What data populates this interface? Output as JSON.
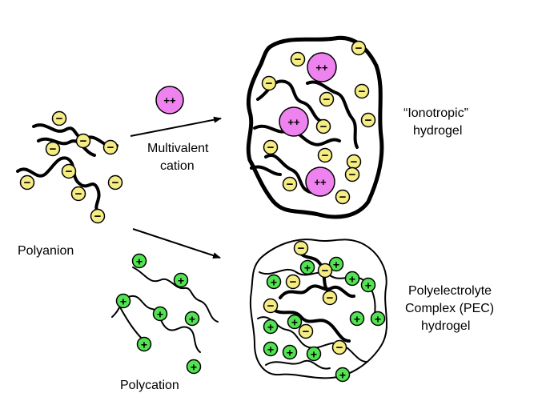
{
  "colors": {
    "anion": "#f6ec84",
    "cation_small": "#52e352",
    "multivalent": "#ee82ee",
    "stroke": "#000000"
  },
  "labels": {
    "polyanion": "Polyanion",
    "polycation": "Polycation",
    "multivalent_line1": "Multivalent",
    "multivalent_line2": "cation",
    "ionotropic_line1": "“Ionotropic”",
    "ionotropic_line2": "hydrogel",
    "pec_line1": "Polyelectrolyte",
    "pec_line2": "Complex (PEC)",
    "pec_line3": "hydrogel"
  },
  "symbols": {
    "minus": "−",
    "plus": "+",
    "double_plus": "++"
  }
}
